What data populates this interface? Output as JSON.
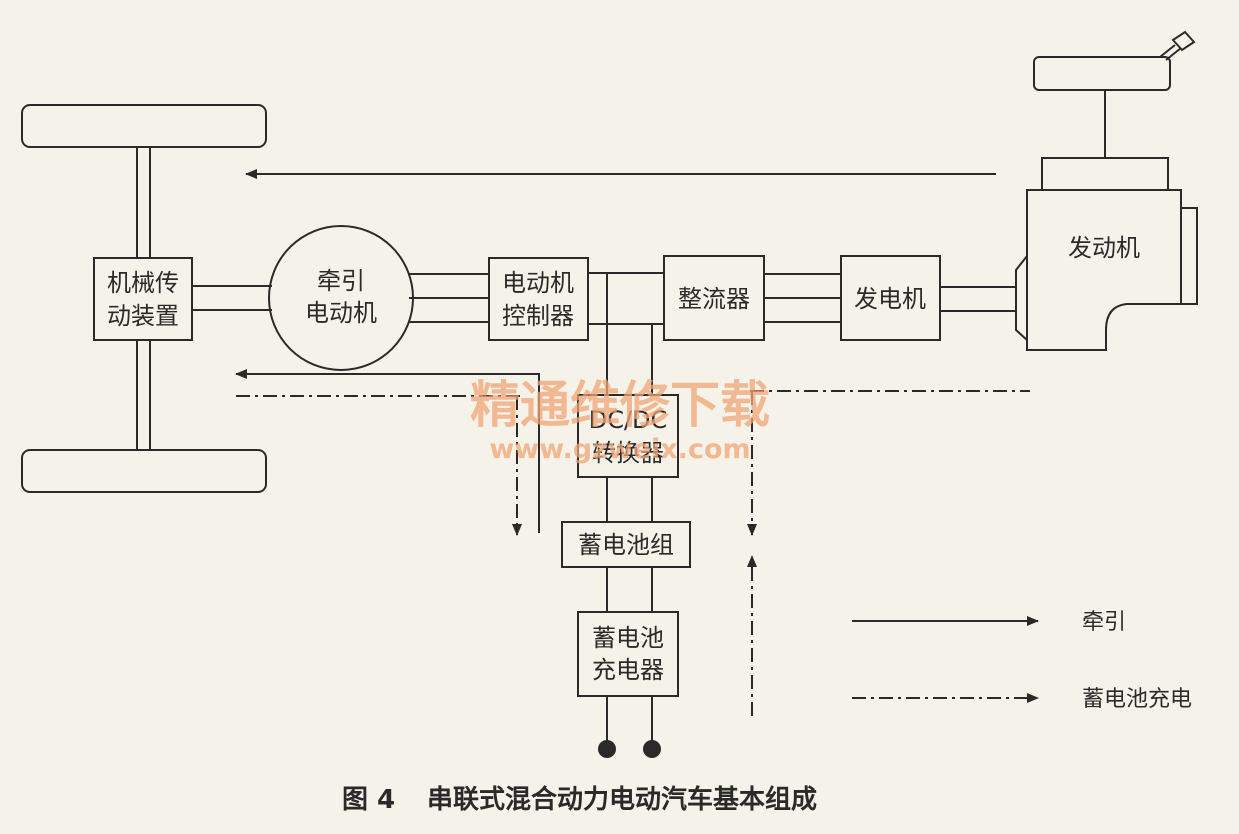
{
  "blocks": {
    "mech_transmission": [
      "机械传",
      "动装置"
    ],
    "traction_motor": [
      "牵引",
      "电动机"
    ],
    "motor_controller": [
      "电动机",
      "控制器"
    ],
    "rectifier": "整流器",
    "generator": "发电机",
    "engine": "发动机",
    "dcdc_converter": [
      "DC/DC",
      "转换器"
    ],
    "battery_pack": "蓄电池组",
    "battery_charger": [
      "蓄电池",
      "充电器"
    ]
  },
  "legend": {
    "traction": "牵引",
    "battery_charging": "蓄电池充电"
  },
  "caption": {
    "figure_number": "图 4",
    "title": "串联式混合动力电动汽车基本组成"
  },
  "watermark": {
    "text": "精通维修下载",
    "url": "www.gzweix.com"
  },
  "colors": {
    "line": "#2a2a2a",
    "background": "#f5f2ea",
    "watermark": "#f0a574"
  }
}
